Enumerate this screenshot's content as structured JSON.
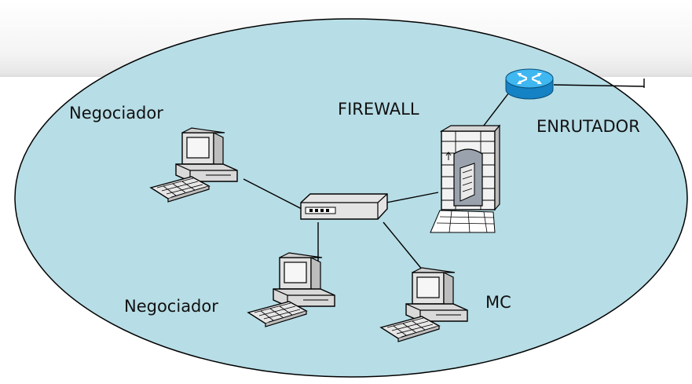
{
  "labels": {
    "negotiator_top": "Negociador",
    "firewall": "FIREWALL",
    "router": "ENRUTADOR",
    "negotiator_bottom": "Negociador",
    "mc": "MC"
  },
  "colors": {
    "network_fill": "#b7dde6",
    "network_stroke": "#000000",
    "router": "#1da1e8",
    "pc_body": "#d9d9d9"
  },
  "icons": {
    "computer": "desktop-computer-icon",
    "hub": "network-switch-icon",
    "router": "router-icon",
    "firewall": "firewall-icon"
  }
}
